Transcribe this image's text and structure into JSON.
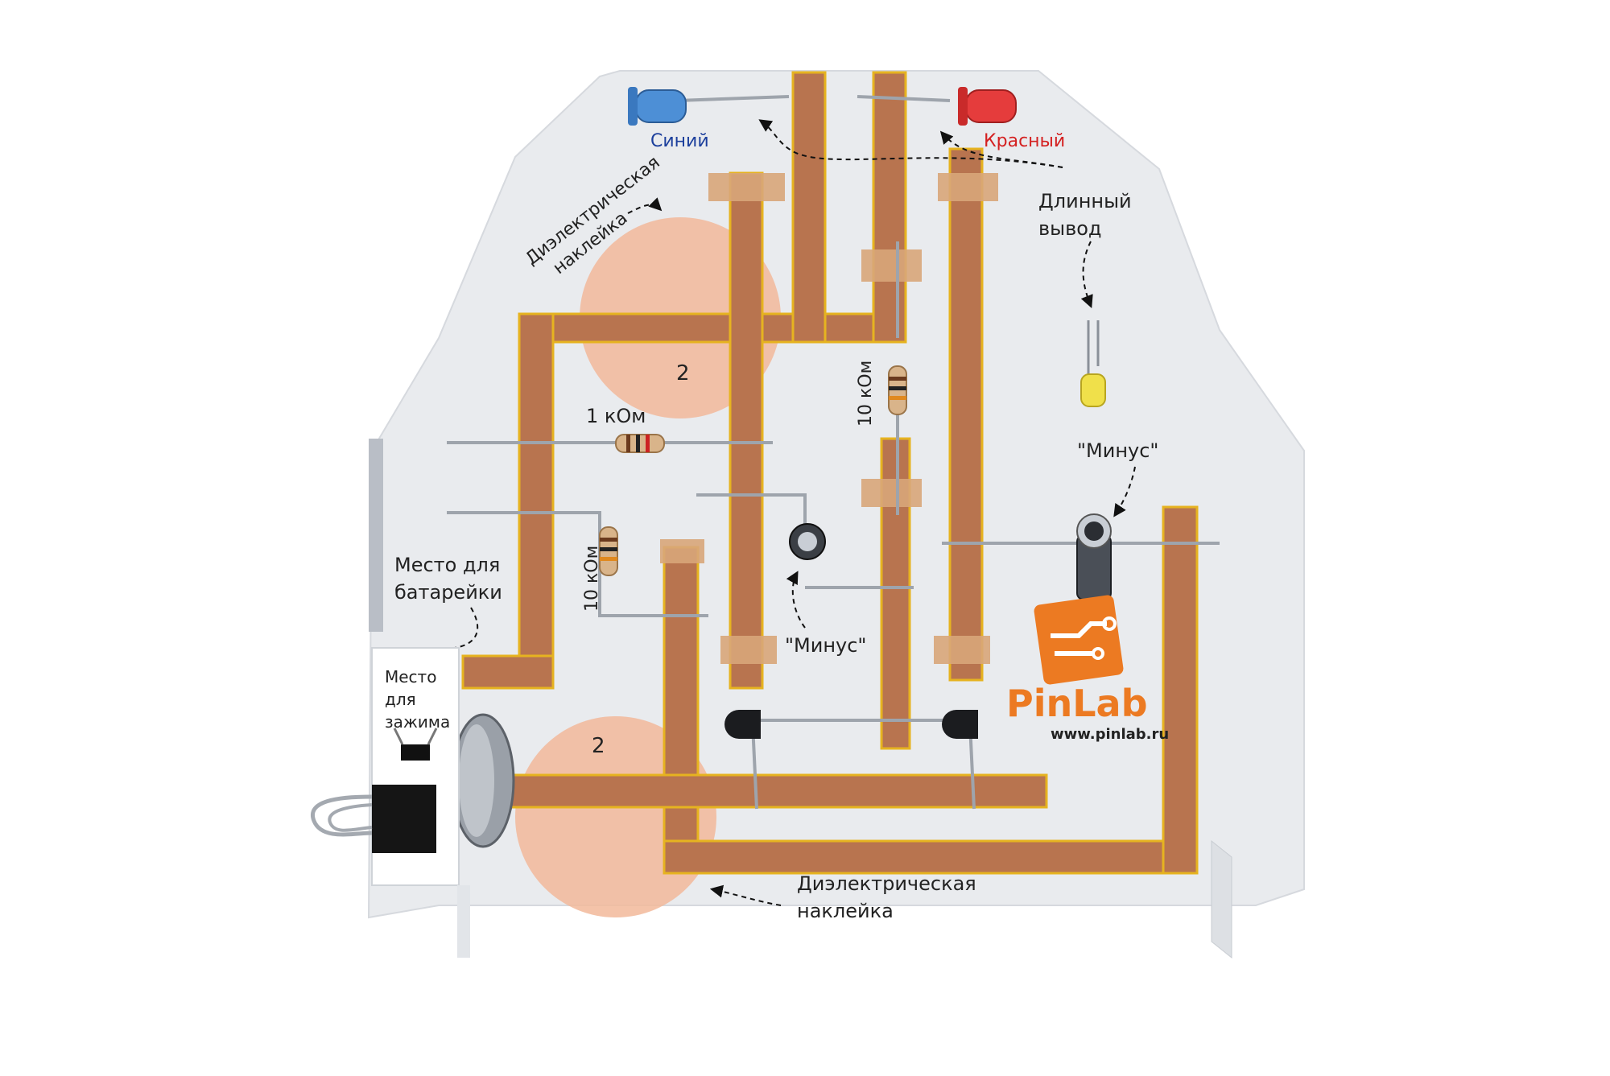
{
  "labels": {
    "blue_led": "Синий",
    "red_led": "Красный",
    "long_lead_1": "Длинный",
    "long_lead_2": "вывод",
    "dielectric_top_1": "Диэлектрическая",
    "dielectric_top_2": "наклейка",
    "dielectric_bottom_1": "Диэлектрическая",
    "dielectric_bottom_2": "наклейка",
    "resistor_1k": "1 кОм",
    "resistor_10k_left": "10 кОм",
    "resistor_10k_center": "10 кОм",
    "minus_center": "\"Минус\"",
    "minus_right": "\"Минус\"",
    "battery_place_1": "Место для",
    "battery_place_2": "батарейки",
    "clip_place_1": "Место",
    "clip_place_2": "для",
    "clip_place_3": "зажима",
    "pad_top_number": "2",
    "pad_bottom_number": "2"
  },
  "brand": {
    "name": "PinLab",
    "url": "www.pinlab.ru",
    "logo_icon": "circuit-board-icon"
  },
  "colors": {
    "board": "#e9ebee",
    "copper": "#b8744f",
    "copper_dark": "#8a5236",
    "guide_yellow": "#e6b320",
    "pad": "#f2b89a",
    "brand_orange": "#ec7a22",
    "blue_label": "#1c3f9c",
    "red_label": "#d42020",
    "text": "#222222"
  }
}
